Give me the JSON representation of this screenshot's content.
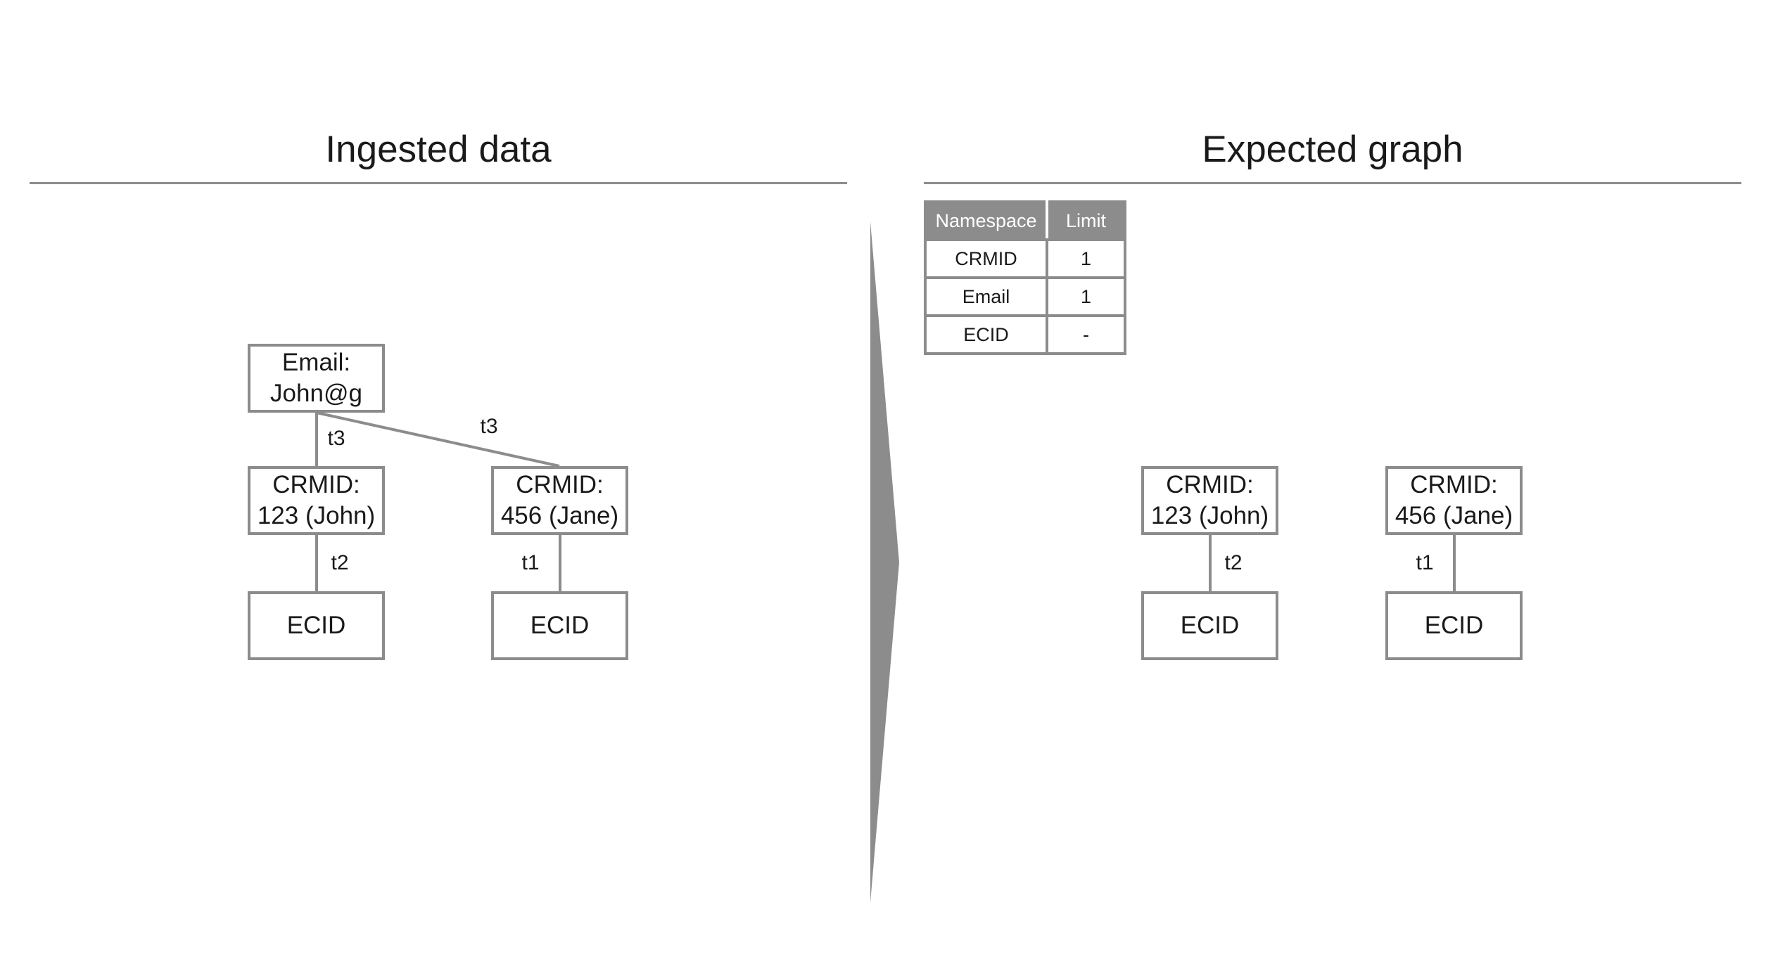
{
  "panels": {
    "left_title": "Ingested data",
    "right_title": "Expected graph"
  },
  "colors": {
    "stroke": "#8c8c8c",
    "text": "#1a1a1a",
    "background": "#ffffff",
    "table_header_text": "#ffffff"
  },
  "ingested": {
    "nodes": {
      "email": "Email:\nJohn@g",
      "crmid_john": "CRMID:\n123 (John)",
      "crmid_jane": "CRMID:\n456 (Jane)",
      "ecid_john": "ECID",
      "ecid_jane": "ECID"
    },
    "edges": {
      "email_to_john": "t3",
      "email_to_jane": "t3",
      "john_to_ecid": "t2",
      "jane_to_ecid": "t1"
    }
  },
  "limits_table": {
    "headers": [
      "Namespace",
      "Limit"
    ],
    "rows": [
      [
        "CRMID",
        "1"
      ],
      [
        "Email",
        "1"
      ],
      [
        "ECID",
        "-"
      ]
    ]
  },
  "expected": {
    "nodes": {
      "crmid_john": "CRMID:\n123 (John)",
      "crmid_jane": "CRMID:\n456 (Jane)",
      "ecid_john": "ECID",
      "ecid_jane": "ECID"
    },
    "edges": {
      "john_to_ecid": "t2",
      "jane_to_ecid": "t1"
    }
  }
}
